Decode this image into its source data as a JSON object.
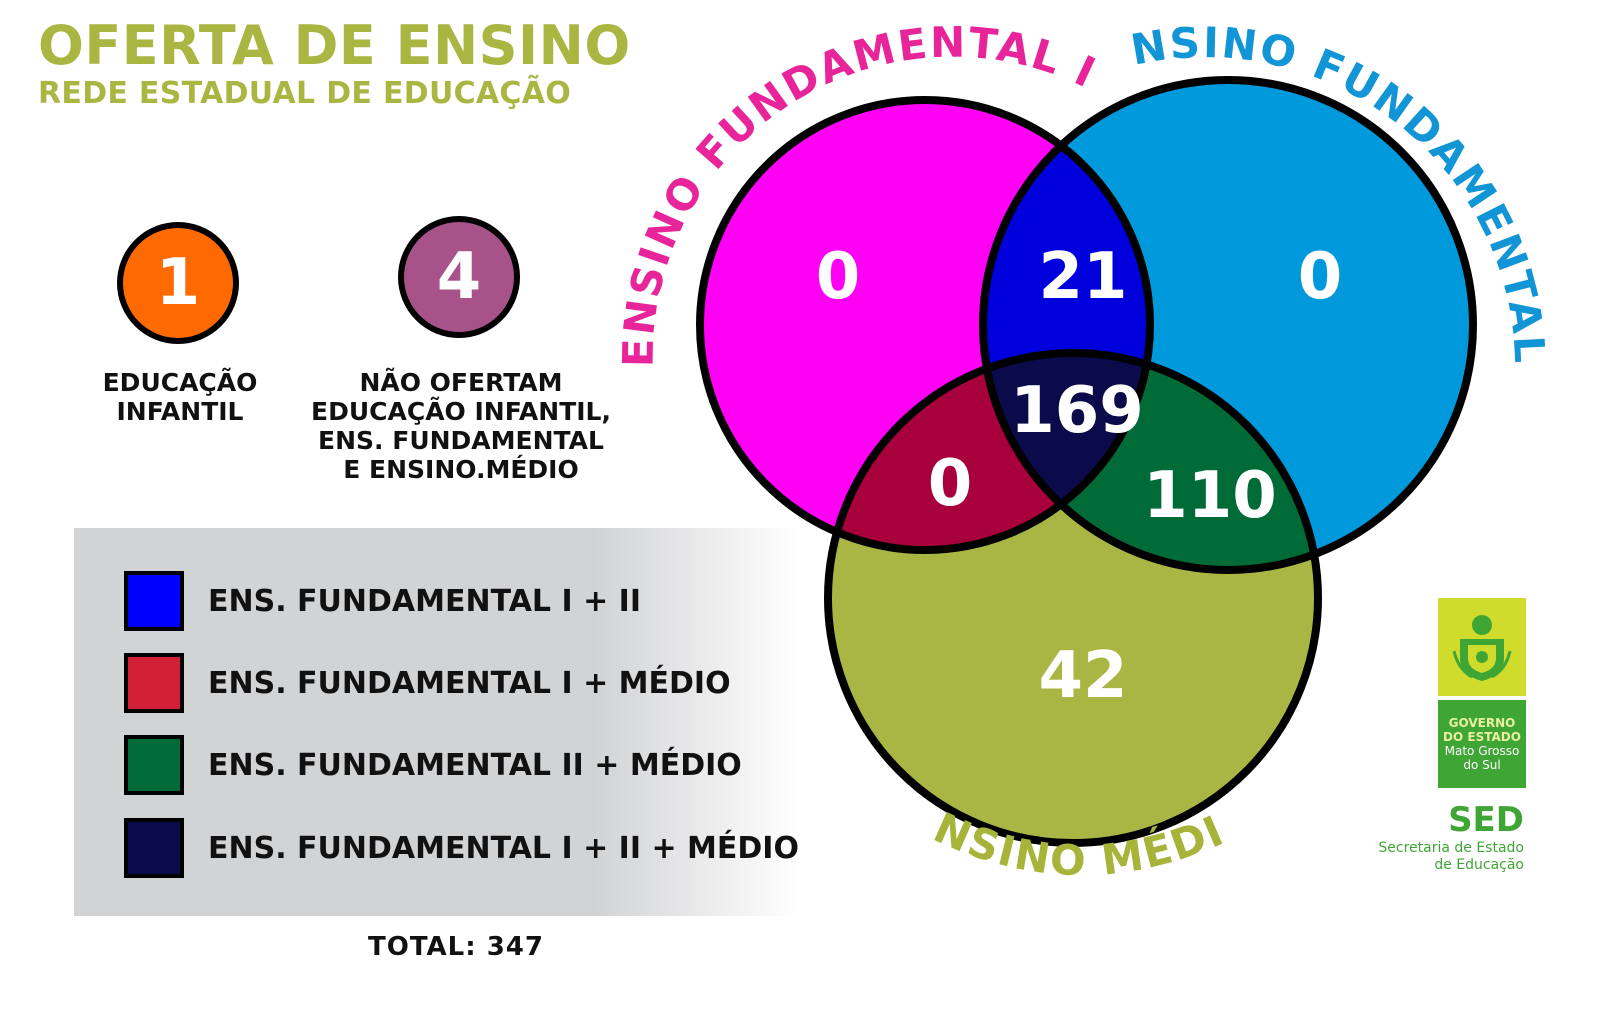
{
  "header": {
    "title": "OFERTA DE ENSINO",
    "subtitle": "REDE ESTADUAL DE EDUCAÇÃO"
  },
  "colors": {
    "title": "#a9b642",
    "fund1": "#ff00f5",
    "fund2": "#0099db",
    "medio": "#aab644",
    "fund1_fund2": "#0000dd",
    "fund1_medio": "#a8003c",
    "fund2_medio": "#006b36",
    "all_three": "#0b0a4a",
    "infantil": "#ff6a00",
    "nao_ofertam": "#a8528a",
    "fund1_label": "#e8249a",
    "fund2_label": "#1195d6",
    "medio_label": "#a6b43a"
  },
  "stats": {
    "infantil": {
      "value": "1",
      "label_lines": [
        "EDUCAÇÃO",
        "INFANTIL"
      ]
    },
    "nao_ofertam": {
      "value": "4",
      "label_lines": [
        "NÃO OFERTAM",
        "EDUCAÇÃO INFANTIL,",
        "ENS. FUNDAMENTAL",
        "E ENSINO.MÉDIO"
      ]
    }
  },
  "venn": {
    "sets": {
      "fund1": "ENSINO FUNDAMENTAL I",
      "fund2": "ENSINO FUNDAMENTAL II",
      "medio": "ENSINO MÉDIO"
    },
    "regions": {
      "fund1_only": "0",
      "fund2_only": "0",
      "medio_only": "42",
      "fund1_fund2": "21",
      "fund1_medio": "0",
      "fund2_medio": "110",
      "all_three": "169"
    }
  },
  "legend": {
    "items": [
      {
        "label": "ENS. FUNDAMENTAL I + II",
        "color": "#0000ff"
      },
      {
        "label": "ENS. FUNDAMENTAL I + MÉDIO",
        "color": "#d11f36"
      },
      {
        "label": "ENS. FUNDAMENTAL II + MÉDIO",
        "color": "#006b36"
      },
      {
        "label": "ENS. FUNDAMENTAL I + II + MÉDIO",
        "color": "#0b0a4a"
      }
    ]
  },
  "total": "TOTAL: 347",
  "logo": {
    "icon": "state-coat-of-arms-icon",
    "line1": "GOVERNO",
    "line2": "DO ESTADO",
    "line3": "Mato Grosso",
    "line4": "do Sul",
    "org": "SED",
    "org_line1": "Secretaria de Estado",
    "org_line2": "de Educação"
  }
}
